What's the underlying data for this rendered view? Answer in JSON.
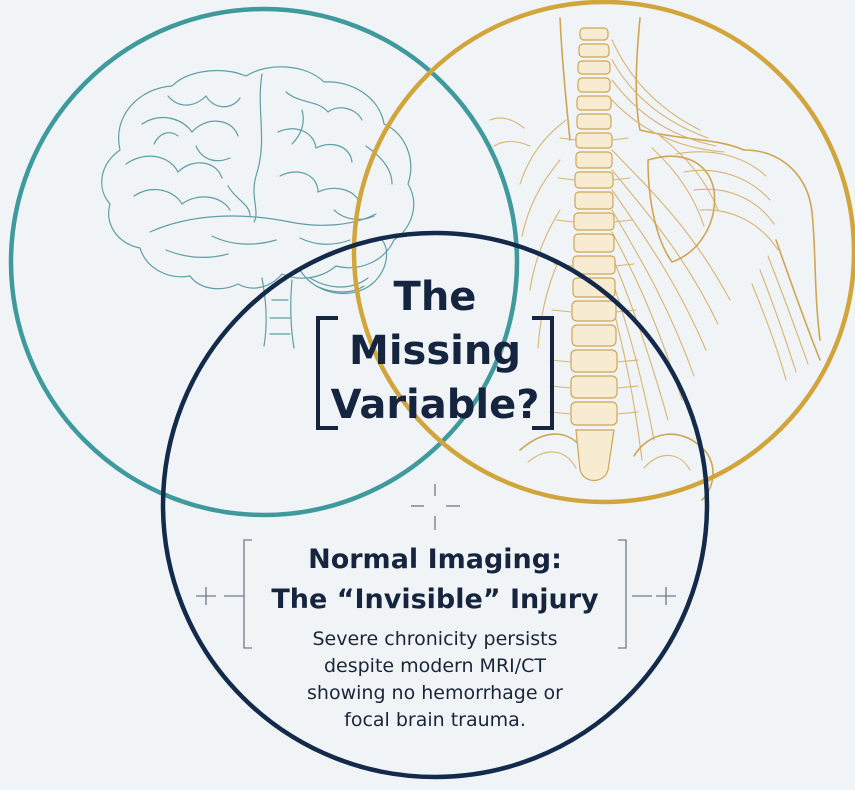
{
  "headline": {
    "line1": "The",
    "line2": "Missing",
    "line3": "Variable?"
  },
  "callout": {
    "heading_line1": "Normal Imaging:",
    "heading_line2": "The “Invisible” Injury",
    "body_lines": [
      "Severe chronicity persists",
      "despite modern MRI/CT",
      "showing no hemorrhage or",
      "focal brain trauma."
    ]
  },
  "colors": {
    "background": "#f1f4f6",
    "circle_brain": "#3f9a9e",
    "circle_body": "#d2a53c",
    "circle_center": "#132a4a",
    "text_dark": "#16253f"
  },
  "illustrations": {
    "left": "brain-icon",
    "right": "spine-and-shoulder-musculature-icon"
  }
}
